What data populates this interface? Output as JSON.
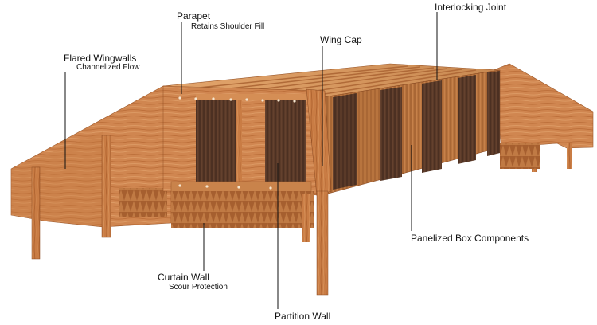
{
  "labels": {
    "parapet": {
      "title": "Parapet",
      "subtitle": "Retains Shoulder Fill"
    },
    "interlocking_joint": {
      "title": "Interlocking Joint"
    },
    "flared_wingwalls": {
      "title": "Flared Wingwalls",
      "subtitle": "Channelized Flow"
    },
    "wing_cap": {
      "title": "Wing Cap"
    },
    "panelized_box": {
      "title": "Panelized Box Components"
    },
    "curtain_wall": {
      "title": "Curtain Wall",
      "subtitle": "Scour Protection"
    },
    "partition_wall": {
      "title": "Partition Wall"
    }
  },
  "colors": {
    "wood_light": "#d9935a",
    "wood_mid": "#c8773f",
    "wood_dark": "#a85a2a",
    "wood_shadow": "#8a4620",
    "panel_dark": "#4a3226",
    "leader_line": "#111111"
  }
}
